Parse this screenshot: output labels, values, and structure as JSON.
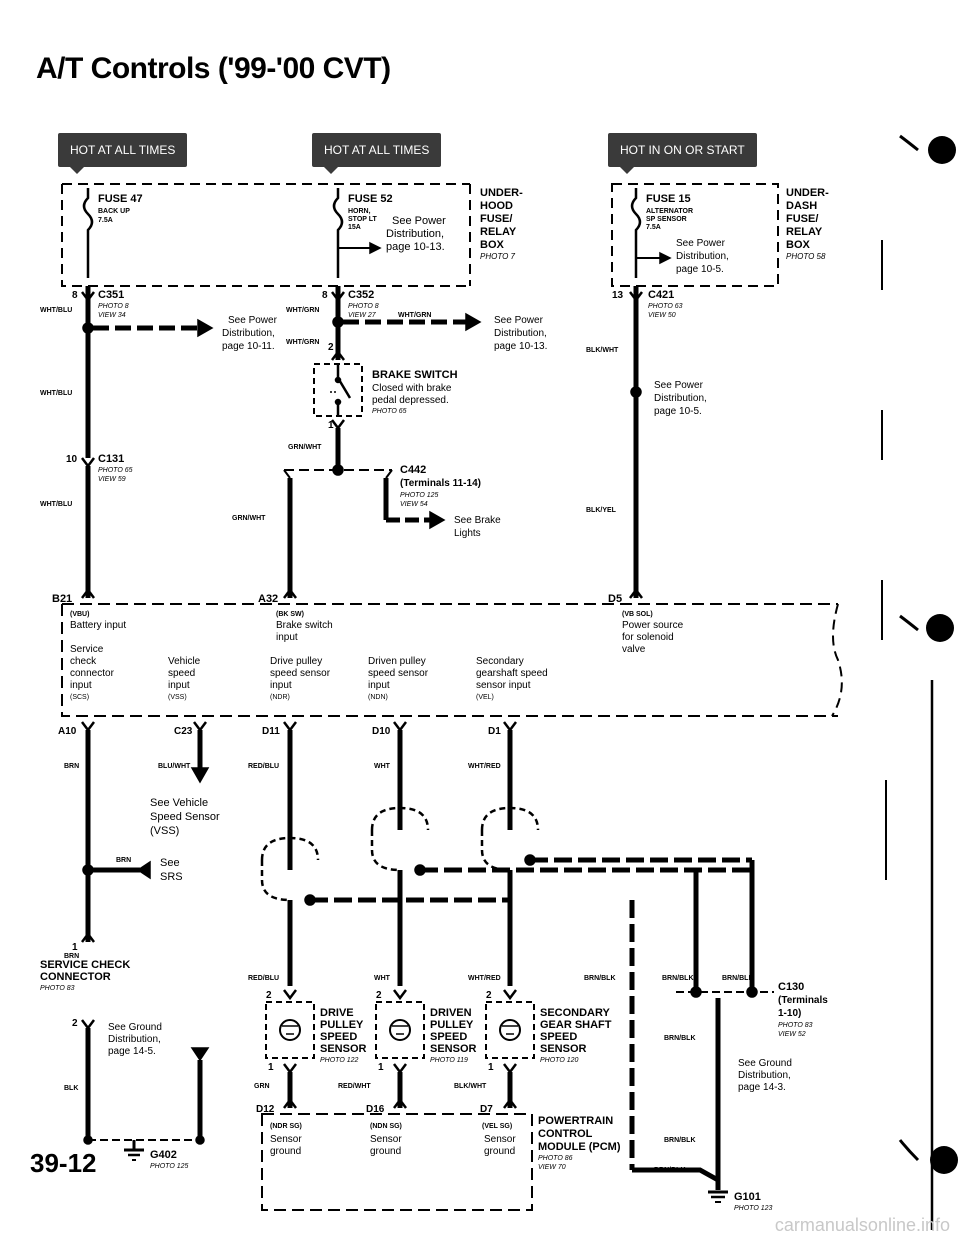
{
  "page": {
    "title": "A/T Controls ('99-'00 CVT)",
    "page_number": "39-12",
    "watermark": "carmanualsonline.info"
  },
  "badges": {
    "b1": "HOT AT ALL TIMES",
    "b2": "HOT AT ALL TIMES",
    "b3": "HOT IN ON OR START"
  },
  "fuse47": {
    "name": "FUSE 47",
    "sub": "BACK UP",
    "amp": "7.5A"
  },
  "fuse52": {
    "name": "FUSE 52",
    "sub1": "HORN,",
    "sub2": "STOP LT",
    "amp": "15A",
    "note1": "See Power",
    "note2": "Distribution,",
    "note3": "page 10-13."
  },
  "ufb": {
    "l1": "UNDER-",
    "l2": "HOOD",
    "l3": "FUSE/",
    "l4": "RELAY",
    "l5": "BOX",
    "photo": "PHOTO 7"
  },
  "fuse15": {
    "name": "FUSE 15",
    "sub1": "ALTERNATOR",
    "sub2": "SP SENSOR",
    "amp": "7.5A",
    "note1": "See Power",
    "note2": "Distribution,",
    "note3": "page 10-5."
  },
  "udf": {
    "l1": "UNDER-",
    "l2": "DASH",
    "l3": "FUSE/",
    "l4": "RELAY",
    "l5": "BOX",
    "photo": "PHOTO 58"
  },
  "c351": {
    "pin": "8",
    "name": "C351",
    "photo": "PHOTO 8",
    "view": "VIEW 34",
    "wire": "WHT/BLU",
    "note1": "See Power",
    "note2": "Distribution,",
    "note3": "page 10-11."
  },
  "c352": {
    "pin": "8",
    "name": "C352",
    "photo": "PHOTO 8",
    "view": "VIEW 27",
    "wire1": "WHT/GRN",
    "wire2": "WHT/GRN",
    "wire3": "WHT/GRN",
    "note1": "See Power",
    "note2": "Distribution,",
    "note3": "page 10-13."
  },
  "c421": {
    "pin": "13",
    "name": "C421",
    "photo": "PHOTO 63",
    "view": "VIEW 50",
    "wire1": "BLK/WHT",
    "wire2": "BLK/YEL",
    "note1": "See Power",
    "note2": "Distribution,",
    "note3": "page 10-5."
  },
  "brake": {
    "pin2": "2",
    "pin1": "1",
    "name": "BRAKE SWITCH",
    "d1": "Closed with brake",
    "d2": "pedal depressed.",
    "photo": "PHOTO 65",
    "wire": "GRN/WHT"
  },
  "c131": {
    "pin": "10",
    "name": "C131",
    "photo": "PHOTO 65",
    "view": "VIEW 59",
    "wire1": "WHT/BLU",
    "wire2": "WHT/BLU"
  },
  "c442": {
    "name": "C442",
    "term": "(Terminals 11-14)",
    "photo": "PHOTO 125",
    "view": "VIEW 54",
    "wire": "GRN/WHT",
    "note1": "See Brake",
    "note2": "Lights"
  },
  "pcm_top": {
    "pin_b21": "B21",
    "pin_a32": "A32",
    "pin_d5": "D5",
    "sig_b21": "(VBU)",
    "sig_a32": "(BK SW)",
    "sig_d5": "(VB SOL)",
    "t_batt": "Battery input",
    "t_brake1": "Brake switch",
    "t_brake2": "input",
    "t_pwr1": "Power source",
    "t_pwr2": "for solenoid",
    "t_pwr3": "valve",
    "t_scs1": "Service",
    "t_scs2": "check",
    "t_scs3": "connector",
    "t_scs4": "input",
    "t_scs5": "(SCS)",
    "t_vss1": "Vehicle",
    "t_vss2": "speed",
    "t_vss3": "input",
    "t_vss4": "(VSS)",
    "t_dr1": "Drive pulley",
    "t_dr2": "speed sensor",
    "t_dr3": "input",
    "t_dr4": "(NDR)",
    "t_dn1": "Driven pulley",
    "t_dn2": "speed sensor",
    "t_dn3": "input",
    "t_dn4": "(NDN)",
    "t_se1": "Secondary",
    "t_se2": "gearshaft speed",
    "t_se3": "sensor input",
    "t_se4": "(VEL)"
  },
  "pins_mid": {
    "a10": "A10",
    "c23": "C23",
    "d11": "D11",
    "d10": "D10",
    "d1": "D1"
  },
  "wires_mid": {
    "brn": "BRN",
    "bluwht": "BLU/WHT",
    "redblu": "RED/BLU",
    "wht": "WHT",
    "whtred": "WHT/RED",
    "brnblk": "BRN/BLK",
    "brn2": "BRN",
    "redblu2": "RED/BLU",
    "wht2": "WHT",
    "whtred2": "WHT/RED",
    "brnblk2": "BRN/BLK",
    "brnblk3": "BRN/BLK",
    "brnblk4": "BRN/BLK",
    "brnblk5": "BRN/BLK",
    "brnblk6": "BRN/BLK"
  },
  "vss_note": {
    "l1": "See Vehicle",
    "l2": "Speed Sensor",
    "l3": "(VSS)"
  },
  "srs_note": {
    "l1": "See",
    "l2": "SRS"
  },
  "scc": {
    "pin1": "1",
    "pin2": "2",
    "l1": "SERVICE CHECK",
    "l2": "CONNECTOR",
    "photo": "PHOTO 83",
    "wire": "BLK"
  },
  "gnd_note": {
    "l1": "See Ground",
    "l2": "Distribution,",
    "l3": "page 14-5."
  },
  "g402": {
    "name": "G402",
    "photo": "PHOTO 125"
  },
  "drive_sensor": {
    "pin2": "2",
    "pin1": "1",
    "l1": "DRIVE",
    "l2": "PULLEY",
    "l3": "SPEED",
    "l4": "SENSOR",
    "photo": "PHOTO 122",
    "wire": "GRN"
  },
  "driven_sensor": {
    "pin2": "2",
    "pin1": "1",
    "l1": "DRIVEN",
    "l2": "PULLEY",
    "l3": "SPEED",
    "l4": "SENSOR",
    "photo": "PHOTO 119",
    "wire": "RED/WHT"
  },
  "sec_sensor": {
    "pin2": "2",
    "pin1": "1",
    "l1": "SECONDARY",
    "l2": "GEAR SHAFT",
    "l3": "SPEED",
    "l4": "SENSOR",
    "photo": "PHOTO 120",
    "wire": "BLK/WHT"
  },
  "pcm_bot": {
    "pin_d12": "D12",
    "pin_d16": "D16",
    "pin_d7": "D7",
    "sig1": "(NDR SG)",
    "sig2": "(NDN SG)",
    "sig3": "(VEL SG)",
    "s1a": "Sensor",
    "s1b": "ground",
    "s2a": "Sensor",
    "s2b": "ground",
    "s3a": "Sensor",
    "s3b": "ground",
    "l1": "POWERTRAIN",
    "l2": "CONTROL",
    "l3": "MODULE (PCM)",
    "photo": "PHOTO 86",
    "view": "VIEW 70"
  },
  "c130": {
    "name": "C130",
    "term1": "(Terminals",
    "term2": "1-10)",
    "photo": "PHOTO 83",
    "view": "VIEW 52"
  },
  "gnd_note2": {
    "l1": "See Ground",
    "l2": "Distribution,",
    "l3": "page 14-3."
  },
  "g101": {
    "name": "G101",
    "photo": "PHOTO 123"
  }
}
